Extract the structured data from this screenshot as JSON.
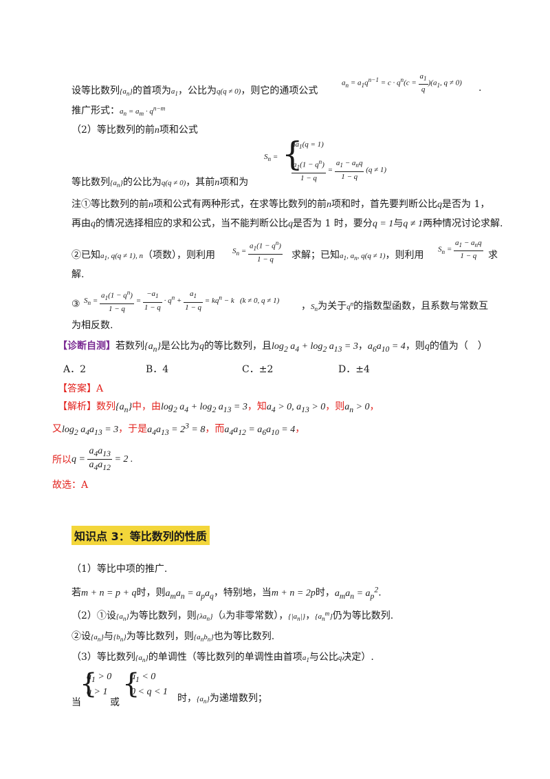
{
  "p1": {
    "pre": "设等比数列",
    "seq": "{a",
    "sub": "n",
    "close": "}",
    "mid": "的首项为",
    "a1": "a",
    "mid2": "，公比为",
    "q": "q(q ≠ 0)",
    "post": "，则它的通项公式",
    "end": "."
  },
  "formula_general": "a = a₁q   = c · q  (c =     )(a₁ , q ≠ 0)",
  "p2": {
    "label": "推广形式：",
    "formula": "a  = a  · q"
  },
  "p3": "（2）等比数列的前",
  "p3b": "n",
  "p3c": "项和公式",
  "p4": {
    "pre": "等比数列",
    "mid": "的公比为",
    "q": "q(q ≠ 0)",
    "post": "，其前",
    "n": "n",
    "post2": "项和为"
  },
  "note1": {
    "l1a": "注①等比数列的前",
    "l1b": "项和公式有两种形式，在求等比数列的前",
    "l1c": "项和时，首先要判断公比",
    "l1d": "是否为 1，",
    "l2a": "再由",
    "l2b": "的情况选择相应的求和公式，当不能判断公比",
    "l2c": "是否为 1 时，要分",
    "l2d": "与",
    "l2e": "两种情况讨论求解."
  },
  "note2": {
    "a": "②已知",
    "b": "（项数），则利用",
    "c": "求解；已知",
    "d": "，则利用",
    "e": "求",
    "f": "解."
  },
  "note3": {
    "a": "③",
    "b": "，",
    "c": "为关于",
    "d": "的指数型函数，且系数与常数互",
    "e": "为相反数."
  },
  "diag": {
    "tag": "【诊断自测】",
    "a": "若数列",
    "b": "是公比为",
    "c": "的等比数列，且",
    "d": "，",
    "e": "，则",
    "f": "的值为（　）"
  },
  "options": [
    {
      "label": "A．2"
    },
    {
      "label": "B．4"
    },
    {
      "label": "C．±2"
    },
    {
      "label": "D．±4"
    }
  ],
  "answer": {
    "tag": "【答案】",
    "value": "A"
  },
  "analysis": {
    "tag": "【解析】",
    "a": "数列",
    "b": "中，由",
    "c": "，知",
    "d": "，则",
    "l2a": "又",
    "l2b": "，于是",
    "l2c": "，而",
    "l2d": "，",
    "l3a": "所以",
    "l3b": "= 2 .",
    "l4": "故选：A"
  },
  "section3": {
    "title": "知识点 3：等比数列的性质"
  },
  "prop1": {
    "a": "（1）等比中项的推广.",
    "b": "若",
    "c": "时，则",
    "d": "，特别地，当",
    "e": "时，",
    "f": "."
  },
  "prop2": {
    "a": "（2）①设",
    "b": "为等比数列，则",
    "c": "（",
    "d": "为非零常数），",
    "e": "，",
    "f": "仍为等比数列."
  },
  "prop3": {
    "a": "②设",
    "b": "与",
    "c": "为等比数列，则",
    "d": "也为等比数列."
  },
  "prop4": {
    "a": "（3）等比数列",
    "b": "的单调性（等比数列的单调性由首项",
    "c": "与公比",
    "d": "决定）."
  },
  "prop5": {
    "a": "当",
    "b": "或",
    "c": "时，",
    "d": "为递增数列；"
  }
}
